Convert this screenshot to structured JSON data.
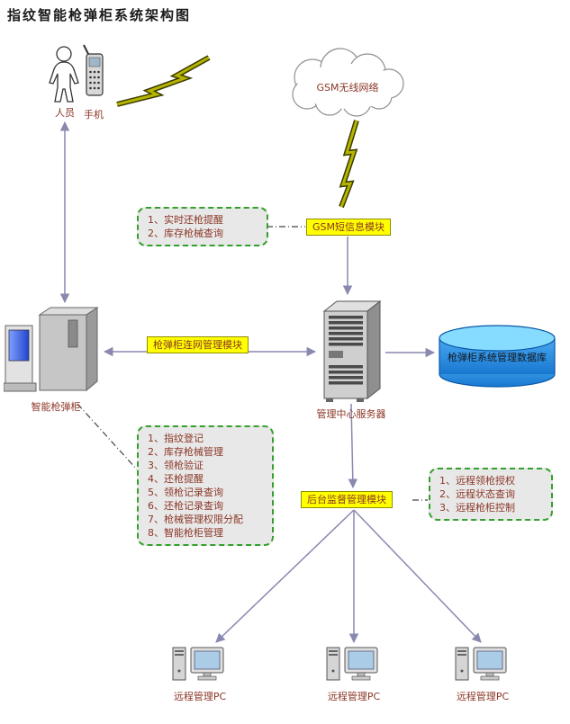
{
  "title": "指纹智能枪弹柜系统架构图",
  "colors": {
    "highlight_yellow": "#ffff00",
    "note_border_green": "#33a02c",
    "note_background": "#e8e8e8",
    "arrow_blue_gray": "#8989b0",
    "label_text_red": "#8b3626",
    "database_body_blue": "#2e8fe0",
    "database_top_blue": "#86dcff",
    "lightning_yellow": "#b5b500"
  },
  "actors": {
    "person": "人员",
    "phone": "手机"
  },
  "network": {
    "cloud_label": "GSM无线网络"
  },
  "modules": {
    "gsm_sms": "GSM短信息模块",
    "cabinet_link": "枪弹柜连网管理模块",
    "backend": "后台监督管理模块"
  },
  "nodes": {
    "cabinet": "智能枪弹柜",
    "server": "管理中心服务器",
    "database": "枪弹柜系统管理数据库",
    "pc1": "远程管理PC",
    "pc2": "远程管理PC",
    "pc3": "远程管理PC"
  },
  "notes": {
    "sms": [
      "1、实时还枪提醒",
      "2、库存枪械查询"
    ],
    "cabinet": [
      "1、指纹登记",
      "2、库存枪械管理",
      "3、领枪验证",
      "4、还枪提醒",
      "5、领枪记录查询",
      "6、还枪记录查询",
      "7、枪械管理权限分配",
      "8、智能枪柜管理"
    ],
    "remote": [
      "1、远程领枪授权",
      "2、远程状态查询",
      "3、远程枪柜控制"
    ]
  }
}
